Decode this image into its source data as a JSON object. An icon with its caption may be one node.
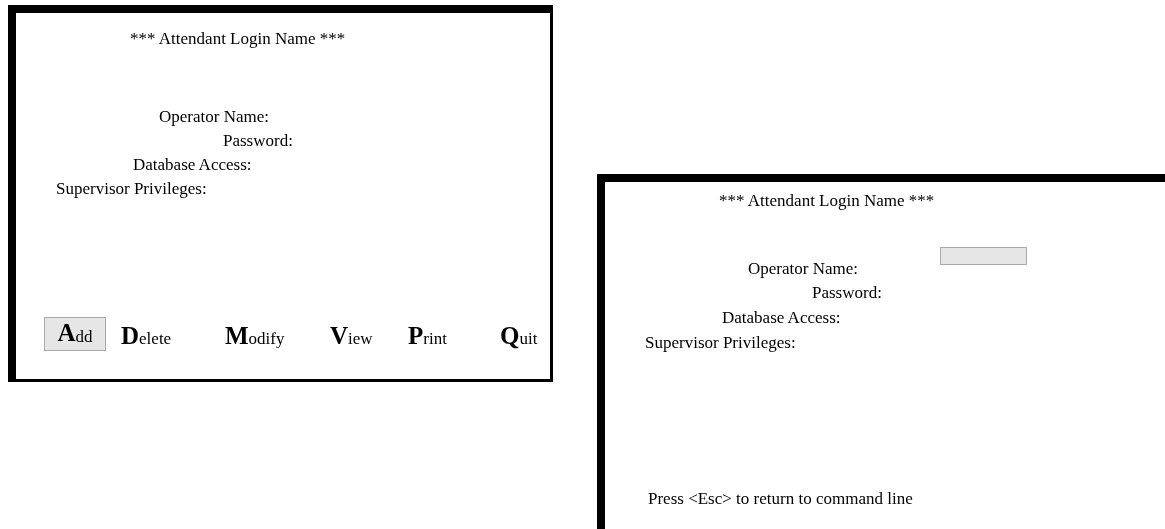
{
  "diagram": {
    "nodes": [
      {
        "text": [
          "*** Attendant Login Name ***",
          "Operator Name:",
          "Password:",
          "Database Access:",
          "Supervisor Privileges:"
        ]
      },
      {
        "text": [
          "**A**dd"
        ],
        "in": 0
      },
      {
        "text": [
          "*** Attendant Login Name ***",
          "Operator Name:",
          "Password:",
          "Database Access:",
          "Supervisor Privileges:",
          "Press <Esc> to return to command line"
        ]
      },
      {
        "text": [],
        "shape": "box",
        "in": 2
      }
    ],
    "edges": [],
    "labels": [
      "**D**elete",
      "**M**odify",
      "**V**iew",
      "**P**rint",
      "**Q**uit"
    ]
  }
}
